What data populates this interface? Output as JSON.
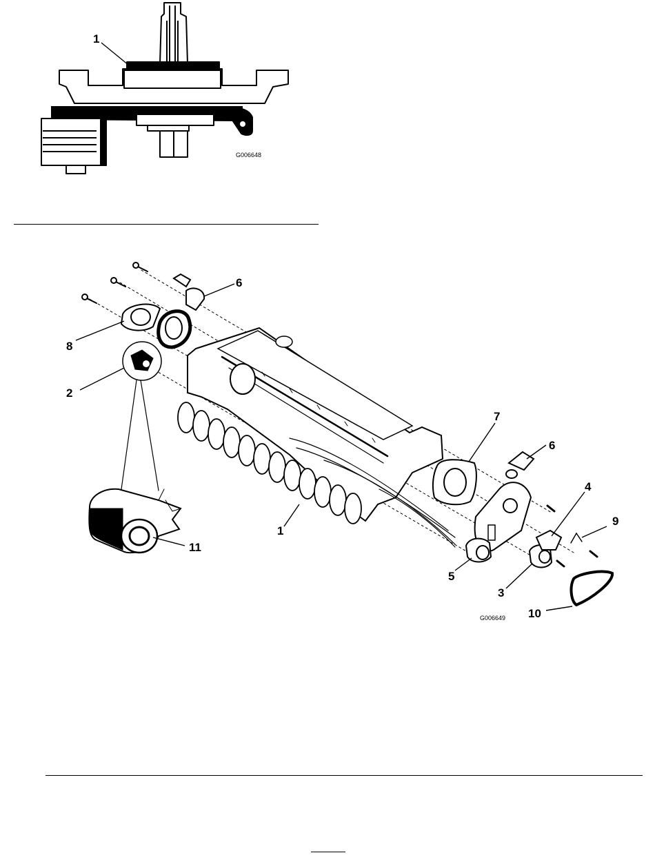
{
  "figure_top": {
    "code": "G006648",
    "callouts": [
      {
        "label": "1"
      }
    ]
  },
  "figure_bottom": {
    "code": "G006649",
    "callouts": [
      {
        "label": "6"
      },
      {
        "label": "8"
      },
      {
        "label": "2"
      },
      {
        "label": "7"
      },
      {
        "label": "6"
      },
      {
        "label": "4"
      },
      {
        "label": "9"
      },
      {
        "label": "1"
      },
      {
        "label": "11"
      },
      {
        "label": "5"
      },
      {
        "label": "3"
      },
      {
        "label": "10"
      }
    ]
  },
  "page_number": ""
}
